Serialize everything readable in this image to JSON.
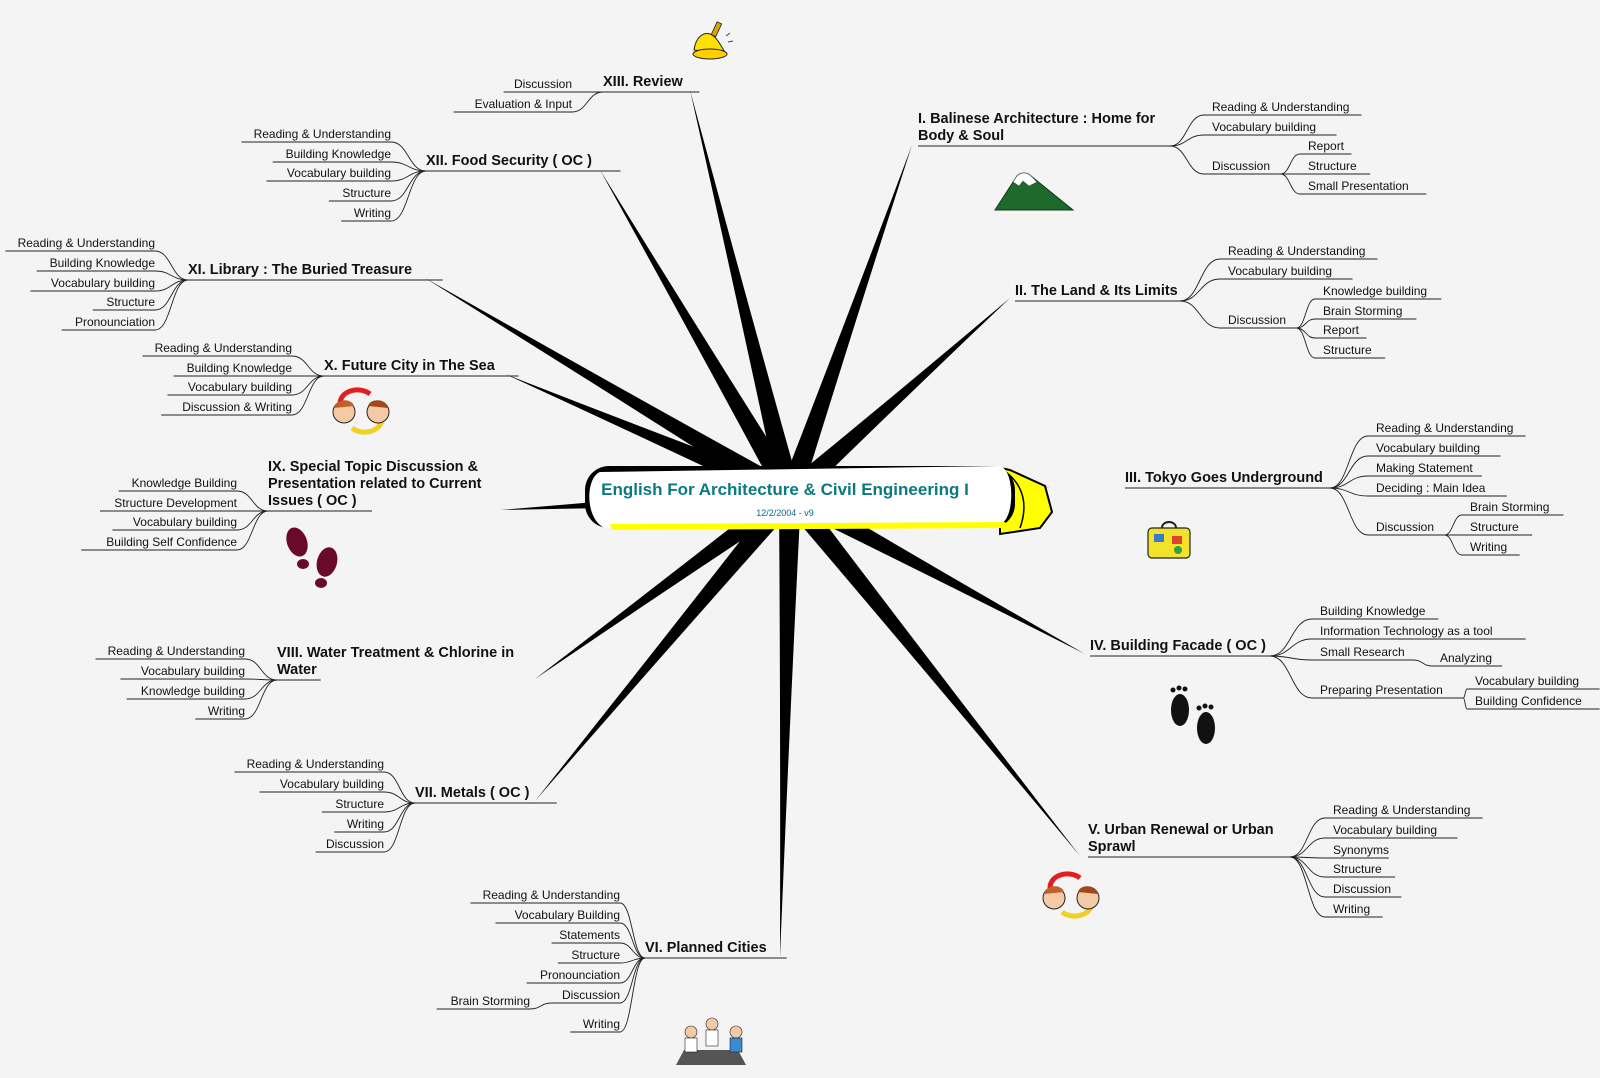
{
  "center": {
    "title": "English For Architecture & Civil Engineering I",
    "date": "12/2/2004 - v9"
  },
  "topics": [
    {
      "label": "I. Balinese Architecture : Home for\nBody & Soul",
      "children": [
        "Reading & Understanding",
        "Vocabulary building",
        "Discussion"
      ],
      "sub": {
        "Discussion": [
          "Report",
          "Structure",
          "Small Presentation"
        ]
      }
    },
    {
      "label": "II. The Land & Its Limits",
      "children": [
        "Reading & Understanding",
        "Vocabulary building",
        "Discussion"
      ],
      "sub": {
        "Discussion": [
          "Knowledge building",
          "Brain Storming",
          "Report",
          "Structure"
        ]
      }
    },
    {
      "label": "III. Tokyo Goes Underground",
      "children": [
        "Reading & Understanding",
        "Vocabulary building",
        "Making Statement",
        "Deciding : Main Idea",
        "Discussion"
      ],
      "sub": {
        "Discussion": [
          "Brain Storming",
          "Structure",
          "Writing"
        ]
      }
    },
    {
      "label": "IV. Building Facade ( OC )",
      "children": [
        "Building Knowledge",
        "Information Technology as a tool",
        "Small Research",
        "Preparing Presentation"
      ],
      "sub": {
        "Small Research": [
          "Analyzing"
        ],
        "Preparing Presentation": [
          "Vocabulary building",
          "Building Confidence"
        ]
      }
    },
    {
      "label": "V. Urban Renewal or Urban\nSprawl",
      "children": [
        "Reading & Understanding",
        "Vocabulary building",
        "Synonyms",
        "Structure",
        "Discussion",
        "Writing"
      ]
    },
    {
      "label": "VI. Planned Cities",
      "children": [
        "Reading & Understanding",
        "Vocabulary Building",
        "Statements",
        "Structure",
        "Pronounciation",
        "Discussion",
        "Writing"
      ],
      "sub": {
        "Discussion": [
          "Brain Storming"
        ]
      }
    },
    {
      "label": "VII. Metals ( OC )",
      "children": [
        "Reading & Understanding",
        "Vocabulary building",
        "Structure",
        "Writing",
        "Discussion"
      ]
    },
    {
      "label": "VIII. Water Treatment & Chlorine in\nWater",
      "children": [
        "Reading & Understanding",
        "Vocabulary building",
        "Knowledge building",
        "Writing"
      ]
    },
    {
      "label": "IX. Special Topic Discussion &\nPresentation related to Current\nIssues ( OC )",
      "children": [
        "Knowledge Building",
        "Structure Development",
        "Vocabulary building",
        "Building Self Confidence"
      ]
    },
    {
      "label": "X. Future City in The Sea",
      "children": [
        "Reading & Understanding",
        "Building Knowledge",
        "Vocabulary building",
        "Discussion & Writing"
      ]
    },
    {
      "label": "XI. Library : The Buried Treasure",
      "children": [
        "Reading & Understanding",
        "Building Knowledge",
        "Vocabulary building",
        "Structure",
        "Pronounciation"
      ]
    },
    {
      "label": "XII. Food Security ( OC )",
      "children": [
        "Reading & Understanding",
        "Building Knowledge",
        "Vocabulary building",
        "Structure",
        "Writing"
      ]
    },
    {
      "label": "XIII. Review",
      "children": [
        "Discussion",
        "Evaluation & Input"
      ]
    }
  ],
  "icons": [
    "bell-icon",
    "mountain-icon",
    "people-exchange-icon",
    "suitcase-icon",
    "footprints-icon",
    "shoe-prints-icon",
    "meeting-icon"
  ],
  "colors": {
    "background": "#f4f4f4",
    "branch": "#000000",
    "center_fill": "#ffff00",
    "center_text": "#0a7a80"
  }
}
